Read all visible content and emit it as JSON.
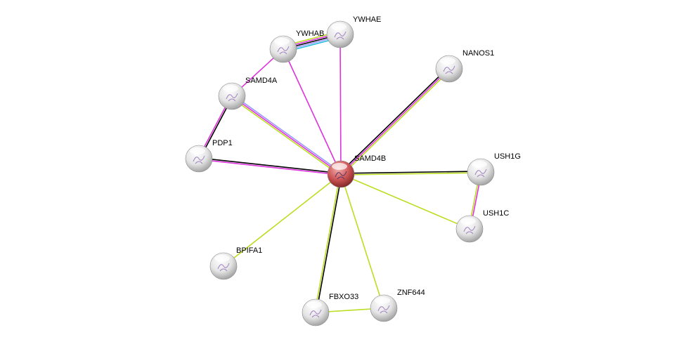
{
  "colors": {
    "coexpression": "#000000",
    "experiments": "#dd33dd",
    "textmining": "#bbdd22",
    "database": "#22bbdd",
    "homology": "#9999ff",
    "query_node": "#cc3333",
    "node": "#dddddd"
  },
  "nodes": [
    {
      "id": "SAMD4B",
      "label": "SAMD4B",
      "query": true
    },
    {
      "id": "YWHAE",
      "label": "YWHAE"
    },
    {
      "id": "YWHAB",
      "label": "YWHAB"
    },
    {
      "id": "NANOS1",
      "label": "NANOS1"
    },
    {
      "id": "SAMD4A",
      "label": "SAMD4A"
    },
    {
      "id": "PDP1",
      "label": "PDP1"
    },
    {
      "id": "USH1G",
      "label": "USH1G"
    },
    {
      "id": "USH1C",
      "label": "USH1C"
    },
    {
      "id": "BPIFA1",
      "label": "BPIFA1"
    },
    {
      "id": "FBXO33",
      "label": "FBXO33"
    },
    {
      "id": "ZNF644",
      "label": "ZNF644"
    }
  ],
  "edges": [
    {
      "a": "SAMD4B",
      "b": "YWHAE",
      "types": [
        "experiments"
      ]
    },
    {
      "a": "SAMD4B",
      "b": "YWHAB",
      "types": [
        "experiments"
      ]
    },
    {
      "a": "SAMD4B",
      "b": "NANOS1",
      "types": [
        "coexpression",
        "experiments",
        "textmining"
      ]
    },
    {
      "a": "SAMD4B",
      "b": "SAMD4A",
      "types": [
        "textmining",
        "experiments",
        "homology"
      ]
    },
    {
      "a": "SAMD4B",
      "b": "PDP1",
      "types": [
        "experiments",
        "coexpression"
      ]
    },
    {
      "a": "SAMD4B",
      "b": "USH1G",
      "types": [
        "coexpression",
        "textmining"
      ]
    },
    {
      "a": "SAMD4B",
      "b": "USH1C",
      "types": [
        "textmining"
      ]
    },
    {
      "a": "SAMD4B",
      "b": "BPIFA1",
      "types": [
        "textmining"
      ]
    },
    {
      "a": "SAMD4B",
      "b": "FBXO33",
      "types": [
        "coexpression",
        "textmining"
      ]
    },
    {
      "a": "SAMD4B",
      "b": "ZNF644",
      "types": [
        "textmining"
      ]
    },
    {
      "a": "YWHAB",
      "b": "YWHAE",
      "types": [
        "textmining",
        "experiments",
        "coexpression",
        "homology",
        "database"
      ]
    },
    {
      "a": "YWHAB",
      "b": "SAMD4A",
      "types": [
        "experiments"
      ]
    },
    {
      "a": "SAMD4A",
      "b": "PDP1",
      "types": [
        "coexpression",
        "experiments"
      ]
    },
    {
      "a": "USH1G",
      "b": "USH1C",
      "types": [
        "experiments",
        "textmining"
      ]
    },
    {
      "a": "FBXO33",
      "b": "ZNF644",
      "types": [
        "textmining"
      ]
    }
  ]
}
